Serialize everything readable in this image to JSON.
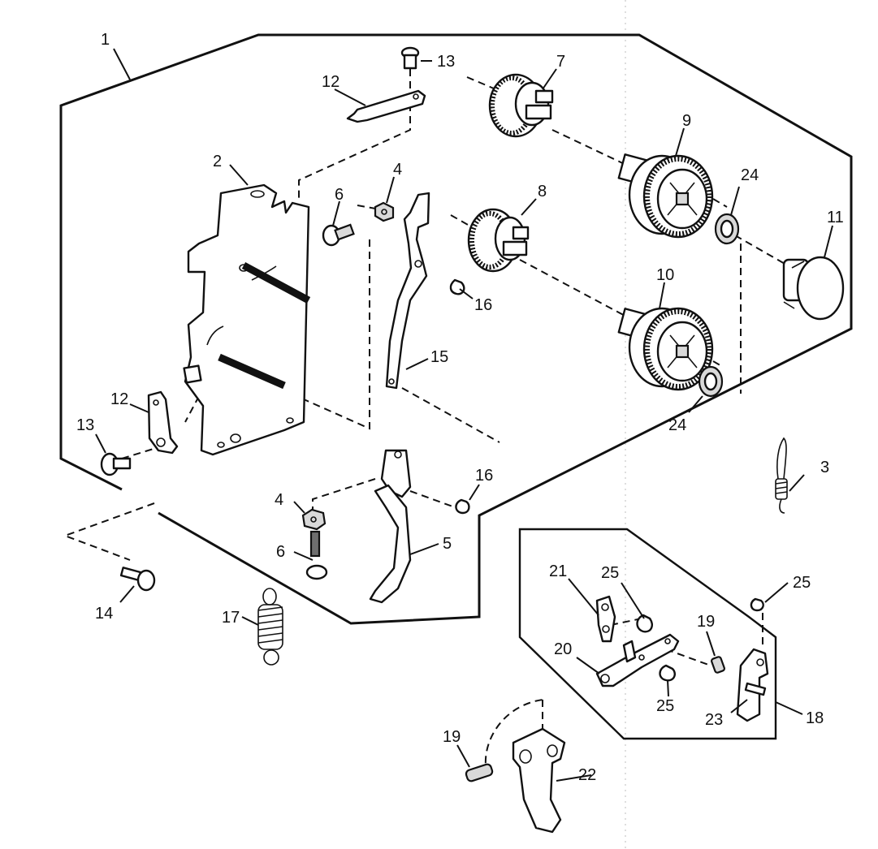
{
  "callouts": [
    "1",
    "2",
    "3",
    "4",
    "4",
    "5",
    "6",
    "6",
    "7",
    "8",
    "9",
    "10",
    "11",
    "12",
    "12",
    "13",
    "13",
    "14",
    "15",
    "16",
    "16",
    "17",
    "18",
    "19",
    "19",
    "20",
    "21",
    "22",
    "23",
    "24",
    "24",
    "25",
    "25",
    "25"
  ]
}
